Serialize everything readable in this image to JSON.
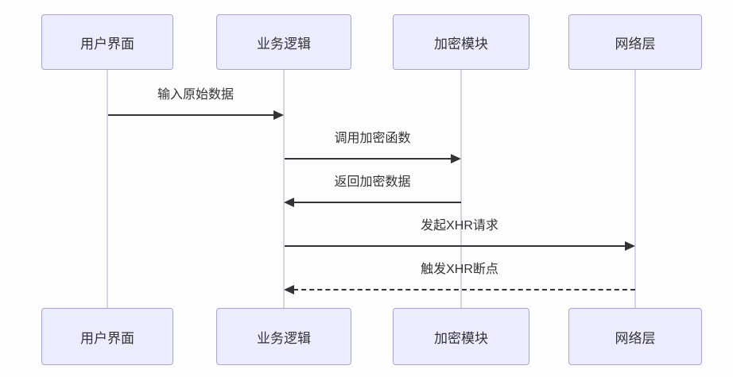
{
  "diagram": {
    "type": "sequence-diagram",
    "background_color": "#fdfdfd",
    "colors": {
      "actor_fill": "#ECECFF",
      "actor_border": "#aea4d4",
      "lifeline": "#d8d2ef",
      "arrow": "#333333",
      "text": "#333333"
    },
    "actors": [
      {
        "label": "用户界面"
      },
      {
        "label": "业务逻辑"
      },
      {
        "label": "加密模块"
      },
      {
        "label": "网络层"
      }
    ],
    "messages": [
      {
        "label": "输入原始数据",
        "from": "用户界面",
        "to": "业务逻辑",
        "line": "solid",
        "direction": "right"
      },
      {
        "label": "调用加密函数",
        "from": "业务逻辑",
        "to": "加密模块",
        "line": "solid",
        "direction": "right"
      },
      {
        "label": "返回加密数据",
        "from": "加密模块",
        "to": "业务逻辑",
        "line": "solid",
        "direction": "left"
      },
      {
        "label": "发起XHR请求",
        "from": "业务逻辑",
        "to": "网络层",
        "line": "solid",
        "direction": "right"
      },
      {
        "label": "触发XHR断点",
        "from": "网络层",
        "to": "业务逻辑",
        "line": "dashed",
        "direction": "left"
      }
    ]
  }
}
